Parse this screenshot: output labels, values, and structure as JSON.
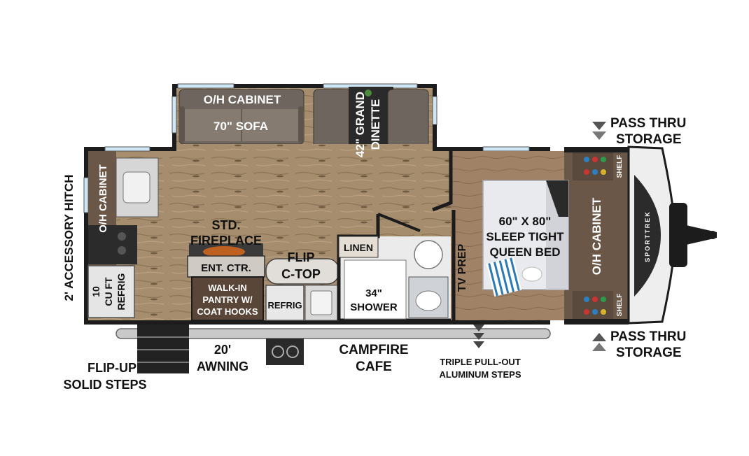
{
  "colors": {
    "wall": "#1c1c1c",
    "floor": "#a58d6e",
    "floor_dark": "#8c7557",
    "slide_cushion": "#6e665e",
    "bedroom_wall": "#6b5748",
    "window": "#cfe7f4",
    "bed": "#e9eaee",
    "awning": "#c9c9c9",
    "white": "#ffffff"
  },
  "labels": {
    "oh_cabinet_top": "O/H CABINET",
    "sofa": "70\" SOFA",
    "dinette_line1": "42\" GRAND",
    "dinette_line2": "DINETTE",
    "oh_cabinet_left": "O/H CABINET",
    "accessory_hitch": "2' ACCESSORY HITCH",
    "refrig_10_line1": "10",
    "refrig_10_line2": "CU FT",
    "refrig_10_line3": "REFRIG",
    "fireplace_line1": "STD.",
    "fireplace_line2": "FIREPLACE",
    "ent_ctr": "ENT. CTR.",
    "flip_ctop_line1": "FLIP",
    "flip_ctop_line2": "C-TOP",
    "pantry_line1": "WALK-IN",
    "pantry_line2": "PANTRY W/",
    "pantry_line3": "COAT HOOKS",
    "refrig_small": "REFRIG",
    "linen": "LINEN",
    "shower_line1": "34\"",
    "shower_line2": "SHOWER",
    "tv_prep": "TV PREP",
    "bed_line1": "60\" X 80\"",
    "bed_line2": "SLEEP TIGHT",
    "bed_line3": "QUEEN BED",
    "oh_cabinet_bed": "O/H CABINET",
    "shelf_top": "SHELF",
    "shelf_bottom": "SHELF",
    "brand": "SPORTTREK",
    "pass_thru_top_line1": "PASS THRU",
    "pass_thru_top_line2": "STORAGE",
    "pass_thru_bottom_line1": "PASS THRU",
    "pass_thru_bottom_line2": "STORAGE",
    "awning_line1": "20'",
    "awning_line2": "AWNING",
    "campfire_line1": "CAMPFIRE",
    "campfire_line2": "CAFE",
    "flip_steps_line1": "FLIP-UP",
    "flip_steps_line2": "SOLID STEPS",
    "triple_steps_line1": "TRIPLE PULL-OUT",
    "triple_steps_line2": "ALUMINUM STEPS"
  }
}
